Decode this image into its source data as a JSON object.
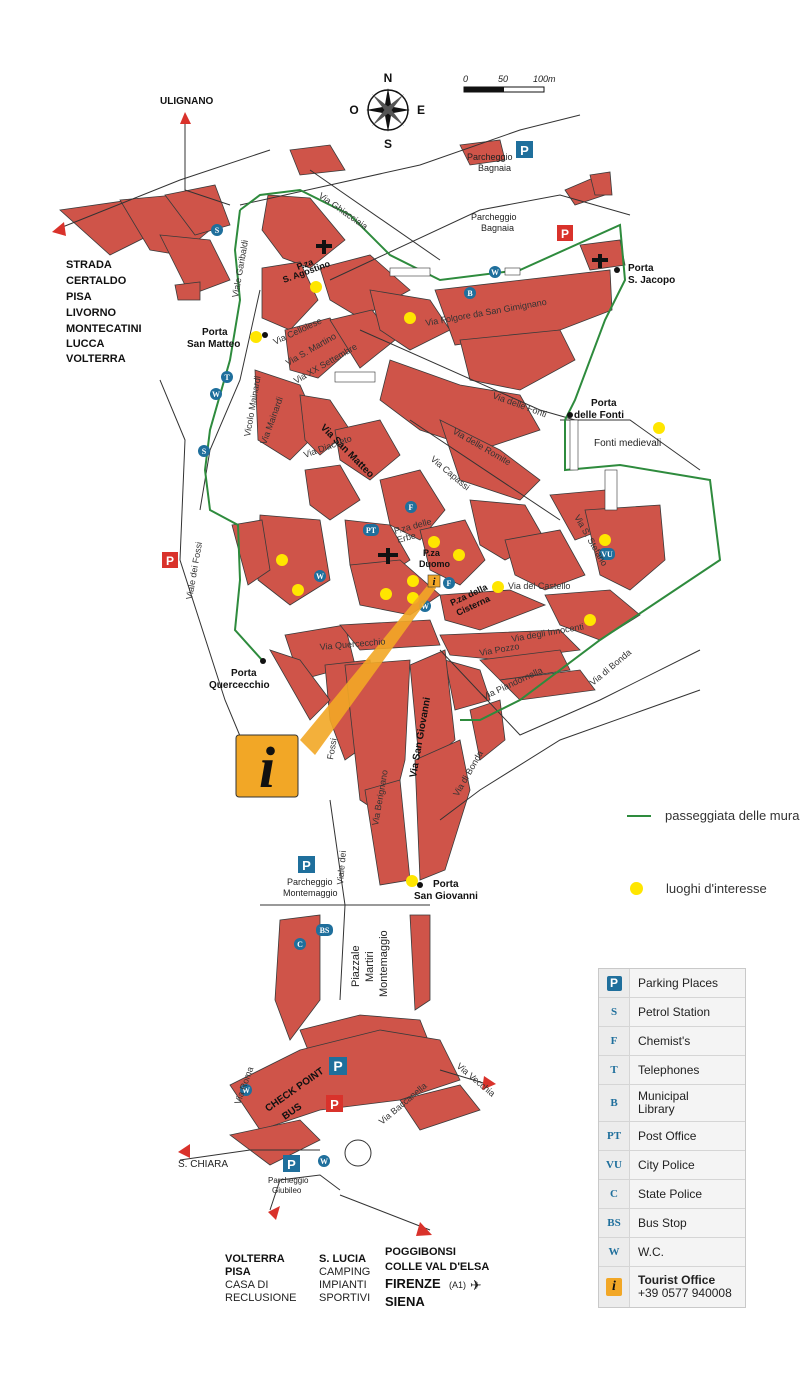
{
  "compass": {
    "n": "N",
    "s": "S",
    "e": "E",
    "o": "O"
  },
  "scale": {
    "t0": "0",
    "t1": "50",
    "t2": "100m"
  },
  "places": {
    "ulignano": "ULIGNANO",
    "destinations_left": [
      "STRADA",
      "CERTALDO",
      "PISA",
      "LIVORNO",
      "MONTECATINI",
      "LUCCA",
      "VOLTERRA"
    ],
    "porta_san_matteo": [
      "Porta",
      "San Matteo"
    ],
    "porta_s_jacopo": [
      "Porta",
      "S. Jacopo"
    ],
    "porta_delle_fonti": [
      "Porta",
      "delle Fonti"
    ],
    "fonti_medievali": "Fonti medievali",
    "porta_quercecchio": [
      "Porta",
      "Quercecchio"
    ],
    "porta_san_giovanni": [
      "Porta",
      "San Giovanni"
    ],
    "pza_s_agostino": [
      "P.za",
      "S. Agostino"
    ],
    "pza_duomo": [
      "P.za",
      "Duomo"
    ],
    "pza_cisterna": [
      "P.za della",
      "Cisterna"
    ],
    "pza_erbe": [
      "P.za delle",
      "Erbe"
    ],
    "parcheggio_bagnaia": [
      "Parcheggio",
      "Bagnaia"
    ],
    "parcheggio_montemaggio": [
      "Parcheggio",
      "Montemaggio"
    ],
    "piazzale": [
      "Piazzale",
      "Martiri",
      "Montemaggio"
    ],
    "check_point": [
      "CHECK POINT",
      "BUS"
    ],
    "s_chiara": "S. CHIARA",
    "parcheggio_giubileo": [
      "Parcheggio",
      "Giubileo"
    ],
    "bottom_volterra": [
      "VOLTERRA",
      "PISA",
      "CASA DI",
      "RECLUSIONE"
    ],
    "bottom_lucia": [
      "S. LUCIA",
      "CAMPING",
      "IMPIANTI",
      "SPORTIVI"
    ],
    "bottom_poggibonsi": [
      "POGGIBONSI",
      "COLLE VAL D'ELSA",
      "FIRENZE",
      "(A1)",
      "SIENA"
    ]
  },
  "streets": {
    "via_ghiacciaia": "Via Ghiacciaia",
    "viale_garibaldi": "Viale Garibaldi",
    "via_folgore": "Via Folgore da San Gimignano",
    "via_delle_fonti": "Via delle Fonti",
    "via_delle_romite": "Via delle Romite",
    "via_san_matteo": "Via San Matteo",
    "via_xx_settembre": "Via XX Settembre",
    "via_s_martino": "Via S. Martino",
    "via_cellolese": "Via Cellolese",
    "vicolo_mainardi": "Vicolo Mainardi",
    "via_mainardi": "Via Mainardi",
    "via_diacceto": "Via Diacceto",
    "via_capassi": "Via Capassi",
    "via_del_castello": "Via del Castello",
    "via_s_stefano": "Via S. Stefano",
    "via_quercecchio": "Via Quercecchio",
    "via_san_giovanni": "Via San Giovanni",
    "via_berignano": "Via Berignano",
    "via_piandornella": "Via Piandornella",
    "via_di_bonda": "Via di Bonda",
    "viale_dei_fossi": "Viale dei Fossi",
    "fossi": "Fossi",
    "viale_dei": "Viale dei",
    "via_roma": "Via Roma",
    "via_baccanella": "Via Baccanella",
    "via_vecchia": "Via Vecchia",
    "via_degli_innocenti": "Via degli Innocenti",
    "via_del_pozzo": "Via Pozzo"
  },
  "key": {
    "walk_label": "passeggiata delle mura",
    "poi_label": "luoghi d'interesse",
    "walk_color": "#2e8b3d",
    "poi_color": "#ffe600"
  },
  "legend": [
    {
      "symbol": "P",
      "label": "Parking Places",
      "icon": "parking-icon"
    },
    {
      "symbol": "S",
      "label": "Petrol Station",
      "icon": "petrol-icon"
    },
    {
      "symbol": "F",
      "label": "Chemist's",
      "icon": "chemist-icon"
    },
    {
      "symbol": "T",
      "label": "Telephones",
      "icon": "telephone-icon"
    },
    {
      "symbol": "B",
      "label": "Municipal Library",
      "icon": "library-icon"
    },
    {
      "symbol": "PT",
      "label": "Post Office",
      "icon": "post-office-icon"
    },
    {
      "symbol": "VU",
      "label": "City Police",
      "icon": "city-police-icon"
    },
    {
      "symbol": "C",
      "label": "State Police",
      "icon": "state-police-icon"
    },
    {
      "symbol": "BS",
      "label": "Bus Stop",
      "icon": "bus-stop-icon"
    },
    {
      "symbol": "W",
      "label": "W.C.",
      "icon": "wc-icon"
    }
  ],
  "tourist": {
    "symbol": "i",
    "label": "Tourist Office",
    "phone": "+39 0577 940008"
  },
  "colors": {
    "block": "#cf5449",
    "road": "#ffffff",
    "outline": "#333333",
    "parking": "#1f6f9c",
    "red_parking": "#d9322b",
    "info": "#f2a726"
  }
}
